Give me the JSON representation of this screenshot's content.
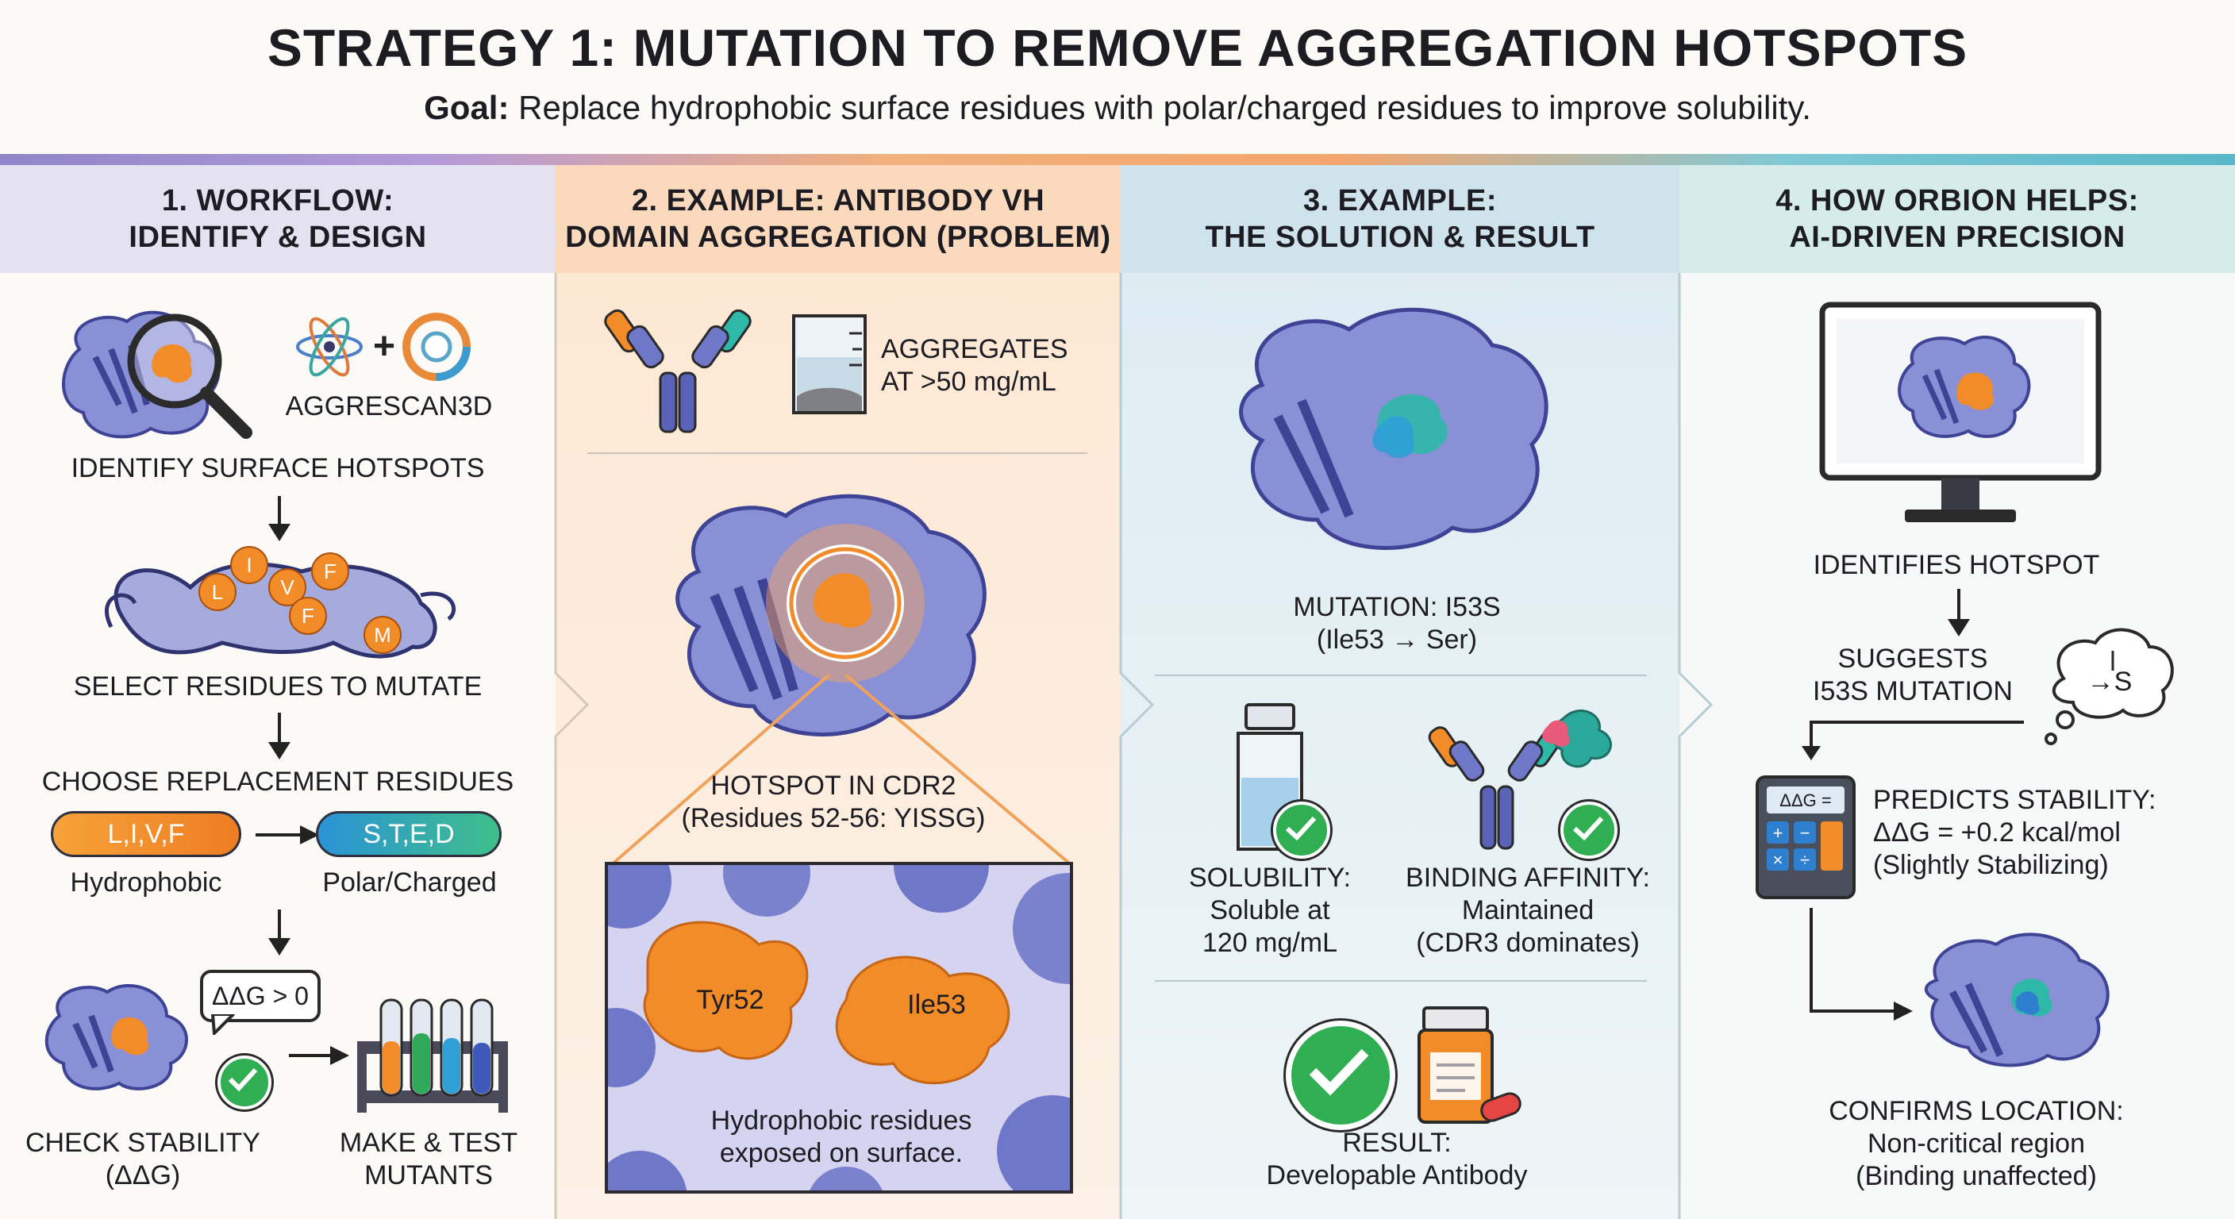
{
  "header": {
    "title": "STRATEGY 1: MUTATION TO REMOVE AGGREGATION HOTSPOTS",
    "goal_label": "Goal:",
    "goal_text": " Replace hydrophobic surface residues with polar/charged residues to improve solubility."
  },
  "columns": [
    {
      "heading": "1. WORKFLOW:\nIDENTIFY & DESIGN"
    },
    {
      "heading": "2. EXAMPLE: ANTIBODY VH\nDOMAIN AGGREGATION (PROBLEM)"
    },
    {
      "heading": "3. EXAMPLE:\nTHE SOLUTION & RESULT"
    },
    {
      "heading": "4. HOW ORBION HELPS:\nAI-DRIVEN PRECISION"
    }
  ],
  "workflow": {
    "tool_name": "AGGRESCAN3D",
    "step1": "IDENTIFY SURFACE HOTSPOTS",
    "residue_letters": [
      "L",
      "I",
      "V",
      "F",
      "F",
      "M"
    ],
    "step2": "SELECT RESIDUES TO MUTATE",
    "step3": "CHOOSE REPLACEMENT RESIDUES",
    "from_residues": "L,I,V,F",
    "to_residues": "S,T,E,D",
    "from_label": "Hydrophobic",
    "to_label": "Polar/Charged",
    "ddg_bubble": "ΔΔG > 0",
    "step4": "CHECK STABILITY\n(ΔΔG)",
    "step5": "MAKE & TEST\nMUTANTS"
  },
  "problem": {
    "aggregates": "AGGREGATES\nAT >50 mg/mL",
    "hotspot": "HOTSPOT IN CDR2\n(Residues 52-56: YISSG)",
    "res1": "Tyr52",
    "res2": "Ile53",
    "exposed": "Hydrophobic residues\nexposed on surface."
  },
  "solution": {
    "mutation": "MUTATION: I53S\n(Ile53 → Ser)",
    "solubility": "SOLUBILITY:\nSoluble at\n120 mg/mL",
    "binding": "BINDING AFFINITY:\nMaintained\n(CDR3 dominates)",
    "result": "RESULT:\nDevelopable Antibody"
  },
  "orbion": {
    "identifies": "IDENTIFIES HOTSPOT",
    "suggests": "SUGGESTS\nI53S MUTATION",
    "cloud_text": "→S",
    "calc_display": "ΔΔG =",
    "predicts": "PREDICTS STABILITY:\nΔΔG = +0.2 kcal/mol\n(Slightly Stabilizing)",
    "confirms": "CONFIRMS LOCATION:\nNon-critical region\n(Binding unaffected)"
  },
  "colors": {
    "hydrophobic": "#f28c28",
    "polar": "#2f9fd6",
    "protein": "#6f78c8",
    "check": "#2fae52",
    "teal": "#2db8a8"
  }
}
